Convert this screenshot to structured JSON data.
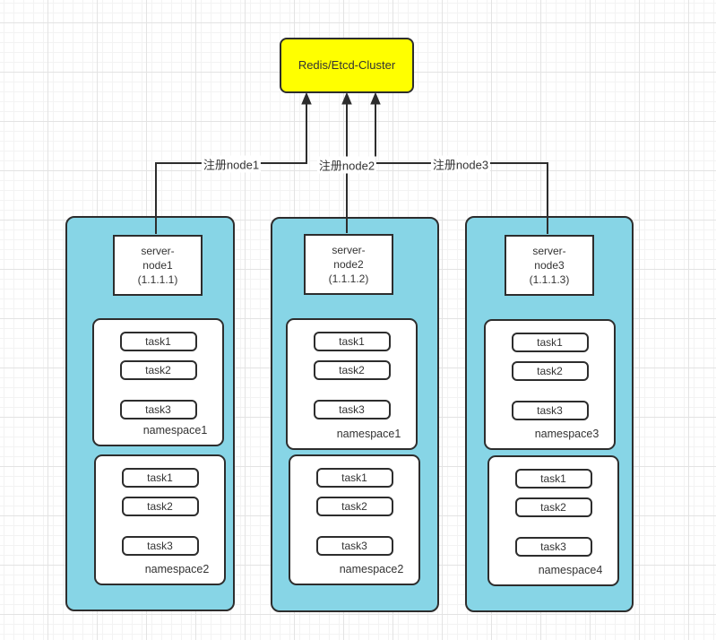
{
  "diagram": {
    "title_node": {
      "label": "Redis/Etcd-Cluster"
    },
    "edges": [
      {
        "label": "注册node1"
      },
      {
        "label": "注册node2"
      },
      {
        "label": "注册node3"
      }
    ],
    "nodes": [
      {
        "server_label": "server-\nnode1\n(1.1.1.1)",
        "namespaces": [
          {
            "label": "namespace1",
            "tasks": [
              "task1",
              "task2",
              "task3"
            ]
          },
          {
            "label": "namespace2",
            "tasks": [
              "task1",
              "task2",
              "task3"
            ]
          }
        ]
      },
      {
        "server_label": "server-\nnode2\n(1.1.1.2)",
        "namespaces": [
          {
            "label": "namespace1",
            "tasks": [
              "task1",
              "task2",
              "task3"
            ]
          },
          {
            "label": "namespace2",
            "tasks": [
              "task1",
              "task2",
              "task3"
            ]
          }
        ]
      },
      {
        "server_label": "server-\nnode3\n(1.1.1.3)",
        "namespaces": [
          {
            "label": "namespace3",
            "tasks": [
              "task1",
              "task2",
              "task3"
            ]
          },
          {
            "label": "namespace4",
            "tasks": [
              "task1",
              "task2",
              "task3"
            ]
          }
        ]
      }
    ],
    "colors": {
      "cluster_fill": "#ffff00",
      "container_fill": "#87d5e6",
      "shape_fill": "#ffffff",
      "stroke": "#2d2d2d",
      "text": "#333333"
    }
  }
}
